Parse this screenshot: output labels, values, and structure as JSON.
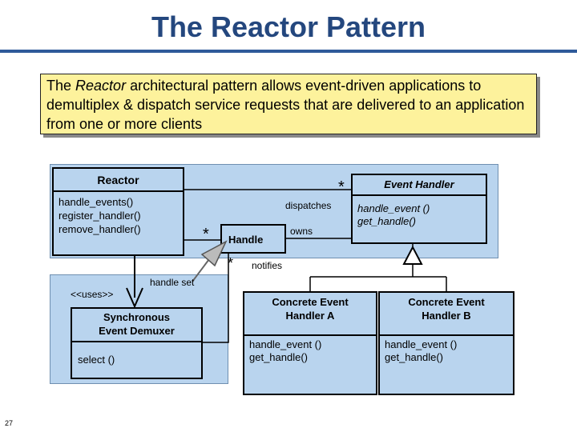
{
  "title": "The Reactor Pattern",
  "description": {
    "prefix": "The ",
    "emphasis": "Reactor",
    "suffix": " architectural pattern allows event-driven applications to demultiplex & dispatch service requests that are delivered to an application from one or more clients"
  },
  "reactor": {
    "name": "Reactor",
    "methods": [
      "handle_events()",
      "register_handler()",
      "remove_handler()"
    ]
  },
  "handle": {
    "name": "Handle"
  },
  "event_handler": {
    "name": "Event Handler",
    "methods": [
      "handle_event ()",
      "get_handle()"
    ]
  },
  "demuxer": {
    "name_line1": "Synchronous",
    "name_line2": "Event Demuxer",
    "method": "select ()"
  },
  "handler_a": {
    "name_line1": "Concrete Event",
    "name_line2": "Handler A",
    "methods": [
      "handle_event ()",
      "get_handle()"
    ]
  },
  "handler_b": {
    "name_line1": "Concrete Event",
    "name_line2": "Handler B",
    "methods": [
      "handle_event ()",
      "get_handle()"
    ]
  },
  "labels": {
    "dispatches": "dispatches",
    "owns": "owns",
    "notifies": "notifies",
    "handle_set": "handle set",
    "uses": "<<uses>>",
    "mult_star": "*"
  },
  "page_number": "27"
}
